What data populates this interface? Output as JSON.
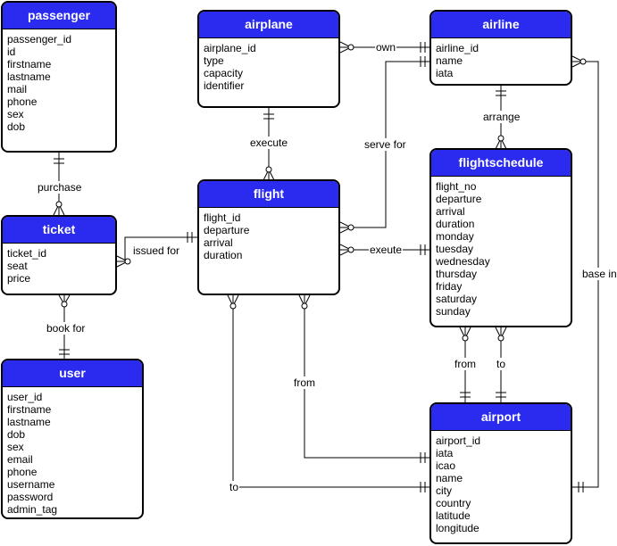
{
  "entities": {
    "passenger": {
      "name": "passenger",
      "fields": [
        "passenger_id",
        "id",
        "firstname",
        "lastname",
        "mail",
        "phone",
        "sex",
        "dob"
      ]
    },
    "ticket": {
      "name": "ticket",
      "fields": [
        "ticket_id",
        "seat",
        "price"
      ]
    },
    "user": {
      "name": "user",
      "fields": [
        "user_id",
        "firstname",
        "lastname",
        "dob",
        "sex",
        "email",
        "phone",
        "username",
        "password",
        "admin_tag"
      ]
    },
    "airplane": {
      "name": "airplane",
      "fields": [
        "airplane_id",
        "type",
        "capacity",
        "identifier"
      ]
    },
    "flight": {
      "name": "flight",
      "fields": [
        "flight_id",
        "departure",
        "arrival",
        "duration"
      ]
    },
    "airline": {
      "name": "airline",
      "fields": [
        "airline_id",
        "name",
        "iata"
      ]
    },
    "flightschedule": {
      "name": "flightschedule",
      "fields": [
        "flight_no",
        "departure",
        "arrival",
        "duration",
        "monday",
        "tuesday",
        "wednesday",
        "thursday",
        "friday",
        "saturday",
        "sunday"
      ]
    },
    "airport": {
      "name": "airport",
      "fields": [
        "airport_id",
        "iata",
        "icao",
        "name",
        "city",
        "country",
        "latitude",
        "longitude"
      ]
    }
  },
  "relationships": {
    "purchase": "purchase",
    "issued_for": "issued for",
    "book_for": "book for",
    "execute": "execute",
    "own": "own",
    "serve_for": "serve for",
    "arrange": "arrange",
    "exeute": "exeute",
    "base_in": "base in",
    "from_schedule": "from",
    "to_schedule": "to",
    "from_flight": "from",
    "to_flight": "to"
  },
  "colors": {
    "header": "#2b2bf0",
    "header_text": "#ffffff",
    "line": "#000000"
  }
}
